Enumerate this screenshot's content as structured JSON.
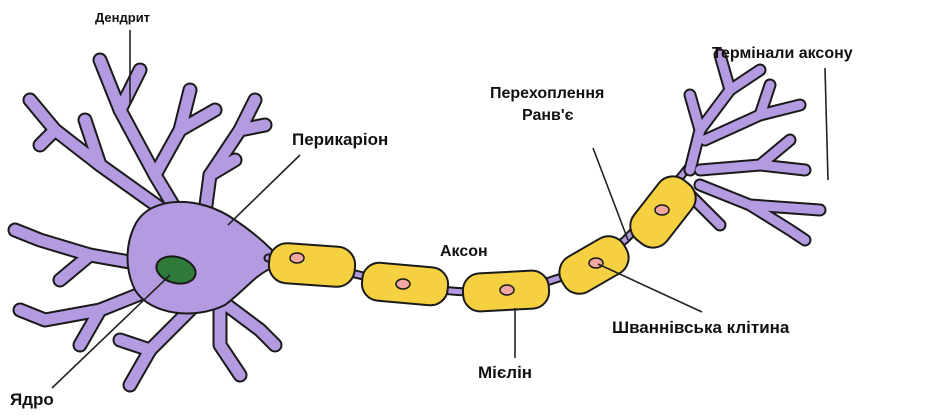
{
  "diagram": {
    "labels": {
      "dendrite": "Дендрит",
      "perikaryon": "Перикаріон",
      "axon_terminals": "Термінали аксону",
      "ranvier_line1": "Перехоплення",
      "ranvier_line2": "Ранв'є",
      "axon": "Аксон",
      "schwann_cell": "Шваннівська клітина",
      "myelin": "Мієлін",
      "nucleus": "Ядро"
    },
    "colors": {
      "cell_body": "#b49ae0",
      "outline": "#1a1a1a",
      "myelin": "#f5d040",
      "schwann_nucleus": "#f2a8a0",
      "nucleus": "#2f7a3a",
      "leader_line": "#222222"
    }
  }
}
